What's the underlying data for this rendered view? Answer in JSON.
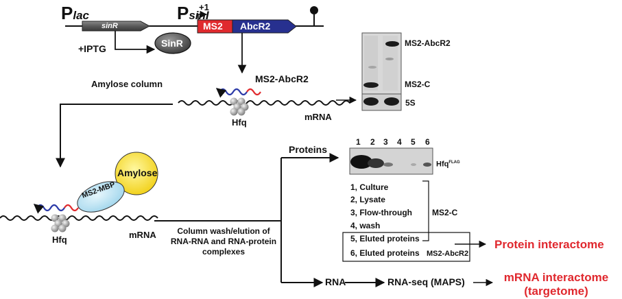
{
  "construct": {
    "plac_main": "P",
    "plac_sub": "lac",
    "psinl_main": "P",
    "psinl_sub": "sinI",
    "plus_one": "+1",
    "sinR_gene": "sinR",
    "ms2_box": "MS2",
    "abcr2_box": "AbcR2",
    "iptg": "+IPTG",
    "sinR_protein": "SinR"
  },
  "binding": {
    "ms2_abcr2": "MS2-AbcR2",
    "amylose_column": "Amylose column",
    "mrna_top": "mRNA",
    "hfq_top": "Hfq",
    "amylose_bead": "Amylose",
    "ms2_mbp": "MS2-MBP",
    "hfq_bottom": "Hfq",
    "mrna_bottom": "mRNA"
  },
  "northern": {
    "ms2_abcr2": "MS2-AbcR2",
    "ms2_c": "MS2-C",
    "five_s": "5S"
  },
  "workflow": {
    "wash_line1": "Column wash/elution of",
    "wash_line2": "RNA-RNA and RNA-protein",
    "wash_line3": "complexes",
    "proteins": "Proteins",
    "rna": "RNA",
    "rnaseq": "RNA-seq (MAPS)"
  },
  "western": {
    "lanes": [
      "1",
      "2",
      "3",
      "4",
      "5",
      "6"
    ],
    "hfq_label": "Hfq",
    "hfq_super": "FLAG",
    "lane_legend": [
      "1, Culture",
      "2, Lysate",
      "3, Flow-through",
      "4, wash",
      "5, Eluted proteins",
      "6, Eluted proteins"
    ],
    "ms2_c": "MS2-C",
    "ms2_abcr2": "MS2-AbcR2"
  },
  "outputs": {
    "protein_interactome": "Protein interactome",
    "mrna_line1": "mRNA interactome",
    "mrna_line2": "(targetome)"
  },
  "colors": {
    "ms2_red": "#e02a2e",
    "abcr2_blue": "#27308f",
    "output_red": "#e0282e",
    "rna_blue": "#2b3aa8"
  }
}
